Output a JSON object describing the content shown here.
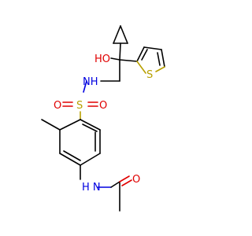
{
  "molecule": {
    "atoms": {
      "hydroxyl": "HO",
      "amide_nh": "NH",
      "sulfonyl_s": "S",
      "sulfonyl_o_left": "O",
      "sulfonyl_o_right": "O",
      "thiophene_s": "S",
      "acetamide_nh": "H N",
      "carbonyl_o": "O"
    },
    "colors": {
      "carbon_bond": "#000000",
      "oxygen": "#e00000",
      "nitrogen": "#0000e0",
      "sulfur": "#b8a000"
    }
  }
}
